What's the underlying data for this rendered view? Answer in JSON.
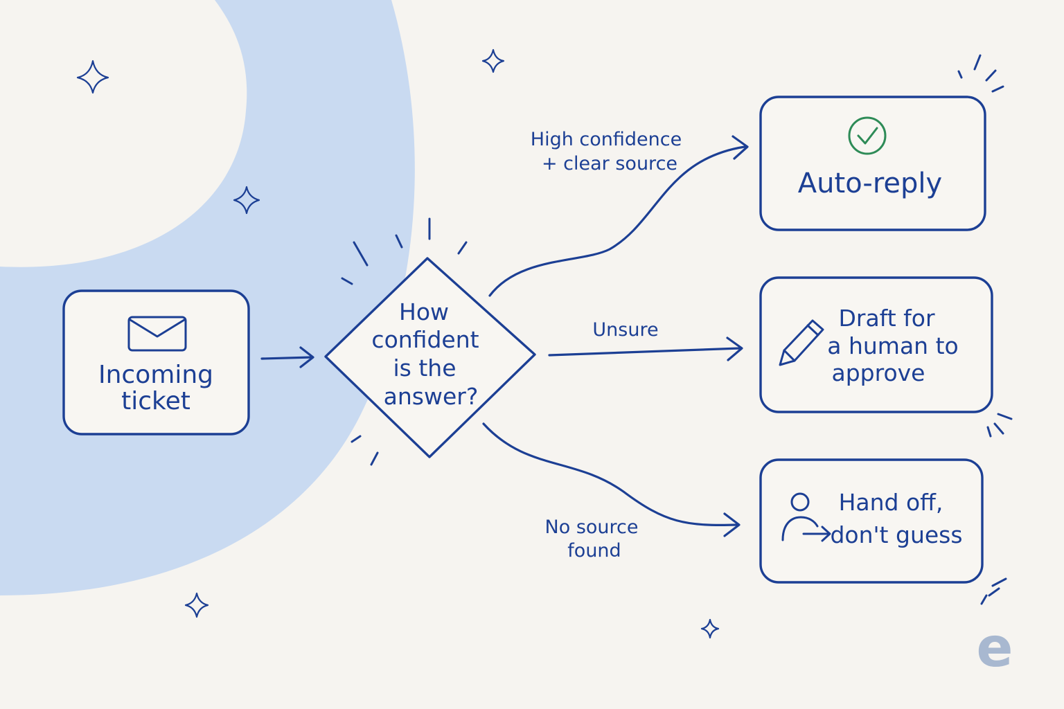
{
  "nodes": {
    "incoming": {
      "line1": "Incoming",
      "line2": "ticket",
      "icon": "envelope-icon"
    },
    "decision": {
      "line1": "How",
      "line2": "confident",
      "line3": "is the",
      "line4": "answer?"
    },
    "auto_reply": {
      "label": "Auto-reply",
      "icon": "check-circle-icon"
    },
    "draft": {
      "line1": "Draft for",
      "line2": "a human to",
      "line3": "approve",
      "icon": "pencil-icon"
    },
    "handoff": {
      "line1": "Hand off,",
      "line2": "don't guess",
      "icon": "person-handoff-icon"
    }
  },
  "edges": {
    "high": {
      "line1": "High confidence",
      "line2": "+ clear source"
    },
    "unsure": {
      "label": "Unsure"
    },
    "nosource": {
      "line1": "No source",
      "line2": "found"
    }
  },
  "logo": "e",
  "colors": {
    "background": "#f6f4f0",
    "ink": "#1c3f94",
    "blob": "#c9daf1",
    "check": "#2e8b57",
    "logo": "#a8b8d0"
  }
}
